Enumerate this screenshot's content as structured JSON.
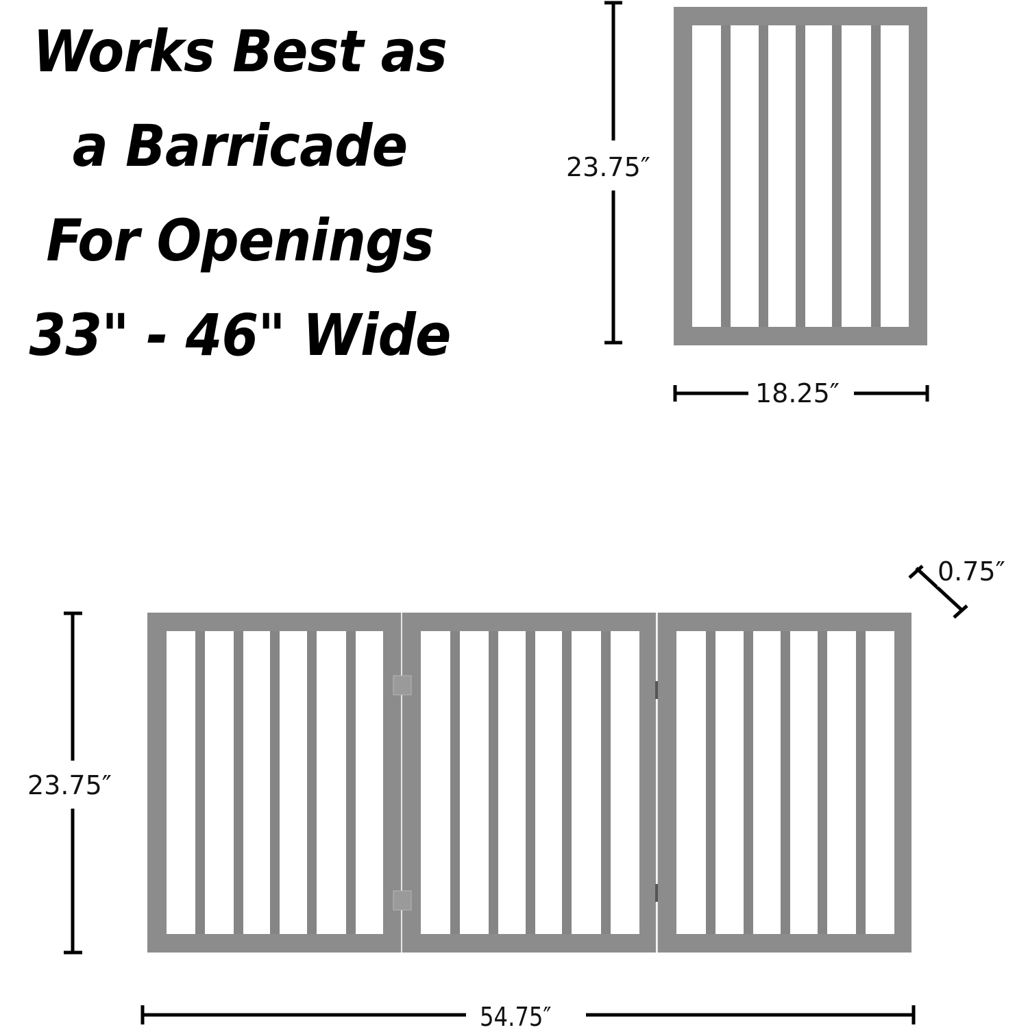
{
  "headline": {
    "lines": [
      "Works Best as",
      "a Barricade",
      "For Openings",
      "33\" - 46\" Wide"
    ]
  },
  "single_panel": {
    "height_label": "23.75″",
    "width_label": "18.25″",
    "slats": 5
  },
  "folded_gate": {
    "height_label": "23.75″",
    "width_label": "54.75″",
    "depth_label": "0.75″",
    "panels": 3,
    "slats_per_panel": 5
  },
  "colors": {
    "frame": "#8c8c8c",
    "slat": "#858585",
    "dimension_line": "#000000",
    "background": "#ffffff"
  }
}
